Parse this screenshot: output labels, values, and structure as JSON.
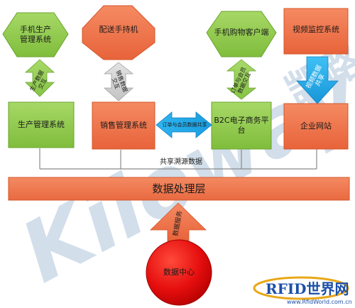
{
  "nodes": {
    "mobile_production": "手机生产\n管理系统",
    "delivery_handheld": "配送手持机",
    "mobile_shopping_client": "手机购物客户端",
    "video_monitoring": "视频监控系统",
    "production_management": "生产管理系统",
    "sales_management": "销售管理系统",
    "b2c_platform": "B2C电子商务平\n台",
    "enterprise_website": "企业网站",
    "data_processing_layer": "数据处理层",
    "data_center": "数据中心"
  },
  "connectors": {
    "production_data_exchange": "生产数据\n交互",
    "sales_data_exchange": "销售数据\n交互",
    "order_member_exchange": "订单与会员\n数据交互",
    "video_data_sharing": "视频数据\n共享",
    "order_member_sharing": "订单与会员数据共享",
    "shared_traceability": "共享溯源数据",
    "data_service": "数据服务"
  },
  "watermark": {
    "brand": "Kiloway",
    "brand_cn": "凯路",
    "logo_text": "RFID世界网",
    "logo_url": "www.RfidWorld.com.cn"
  },
  "colors": {
    "green_fill": "#8ec94a",
    "green_border": "#6aa32c",
    "orange_fill": "#f0764b",
    "orange_border": "#d4562a",
    "layer_fill": "#ef7a4e",
    "blue_arrow": "#23b1ee",
    "gray_arrow": "#cfcfcf",
    "red_ball": "#e60c0c"
  }
}
